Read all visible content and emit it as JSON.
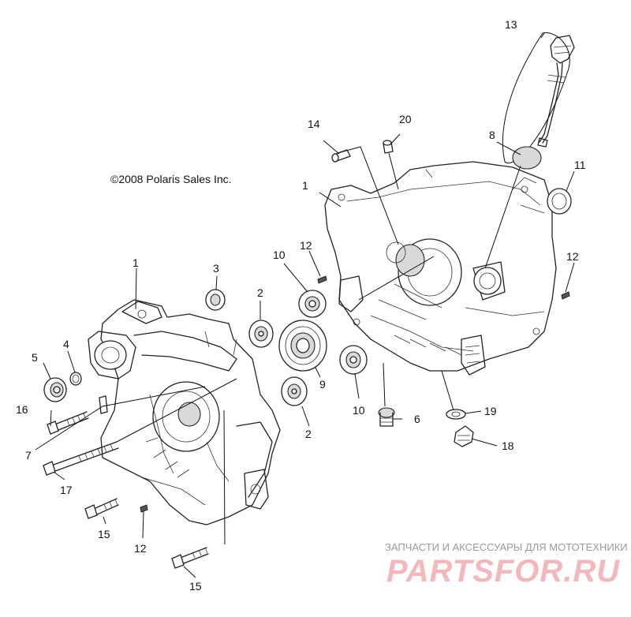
{
  "copyright": "©2008 Polaris Sales Inc.",
  "watermark": {
    "tagline": "ЗАПЧАСТИ И АКСЕССУАРЫ ДЛЯ МОТОТЕХНИКИ",
    "brand": "PARTSFOR.RU",
    "color": "#f2b8bc"
  },
  "callouts": {
    "c1_left": "1",
    "c1_right": "1",
    "c2_top": "2",
    "c2_bottom": "2",
    "c3": "3",
    "c4": "4",
    "c5": "5",
    "c6": "6",
    "c7": "7",
    "c8": "8",
    "c9": "9",
    "c10_top": "10",
    "c10_bottom": "10",
    "c11": "11",
    "c12_top": "12",
    "c12_right": "12",
    "c12_bottom": "12",
    "c13": "13",
    "c14": "14",
    "c15_left": "15",
    "c15_bottom": "15",
    "c16": "16",
    "c17": "17",
    "c18": "18",
    "c19": "19",
    "c20": "20"
  }
}
